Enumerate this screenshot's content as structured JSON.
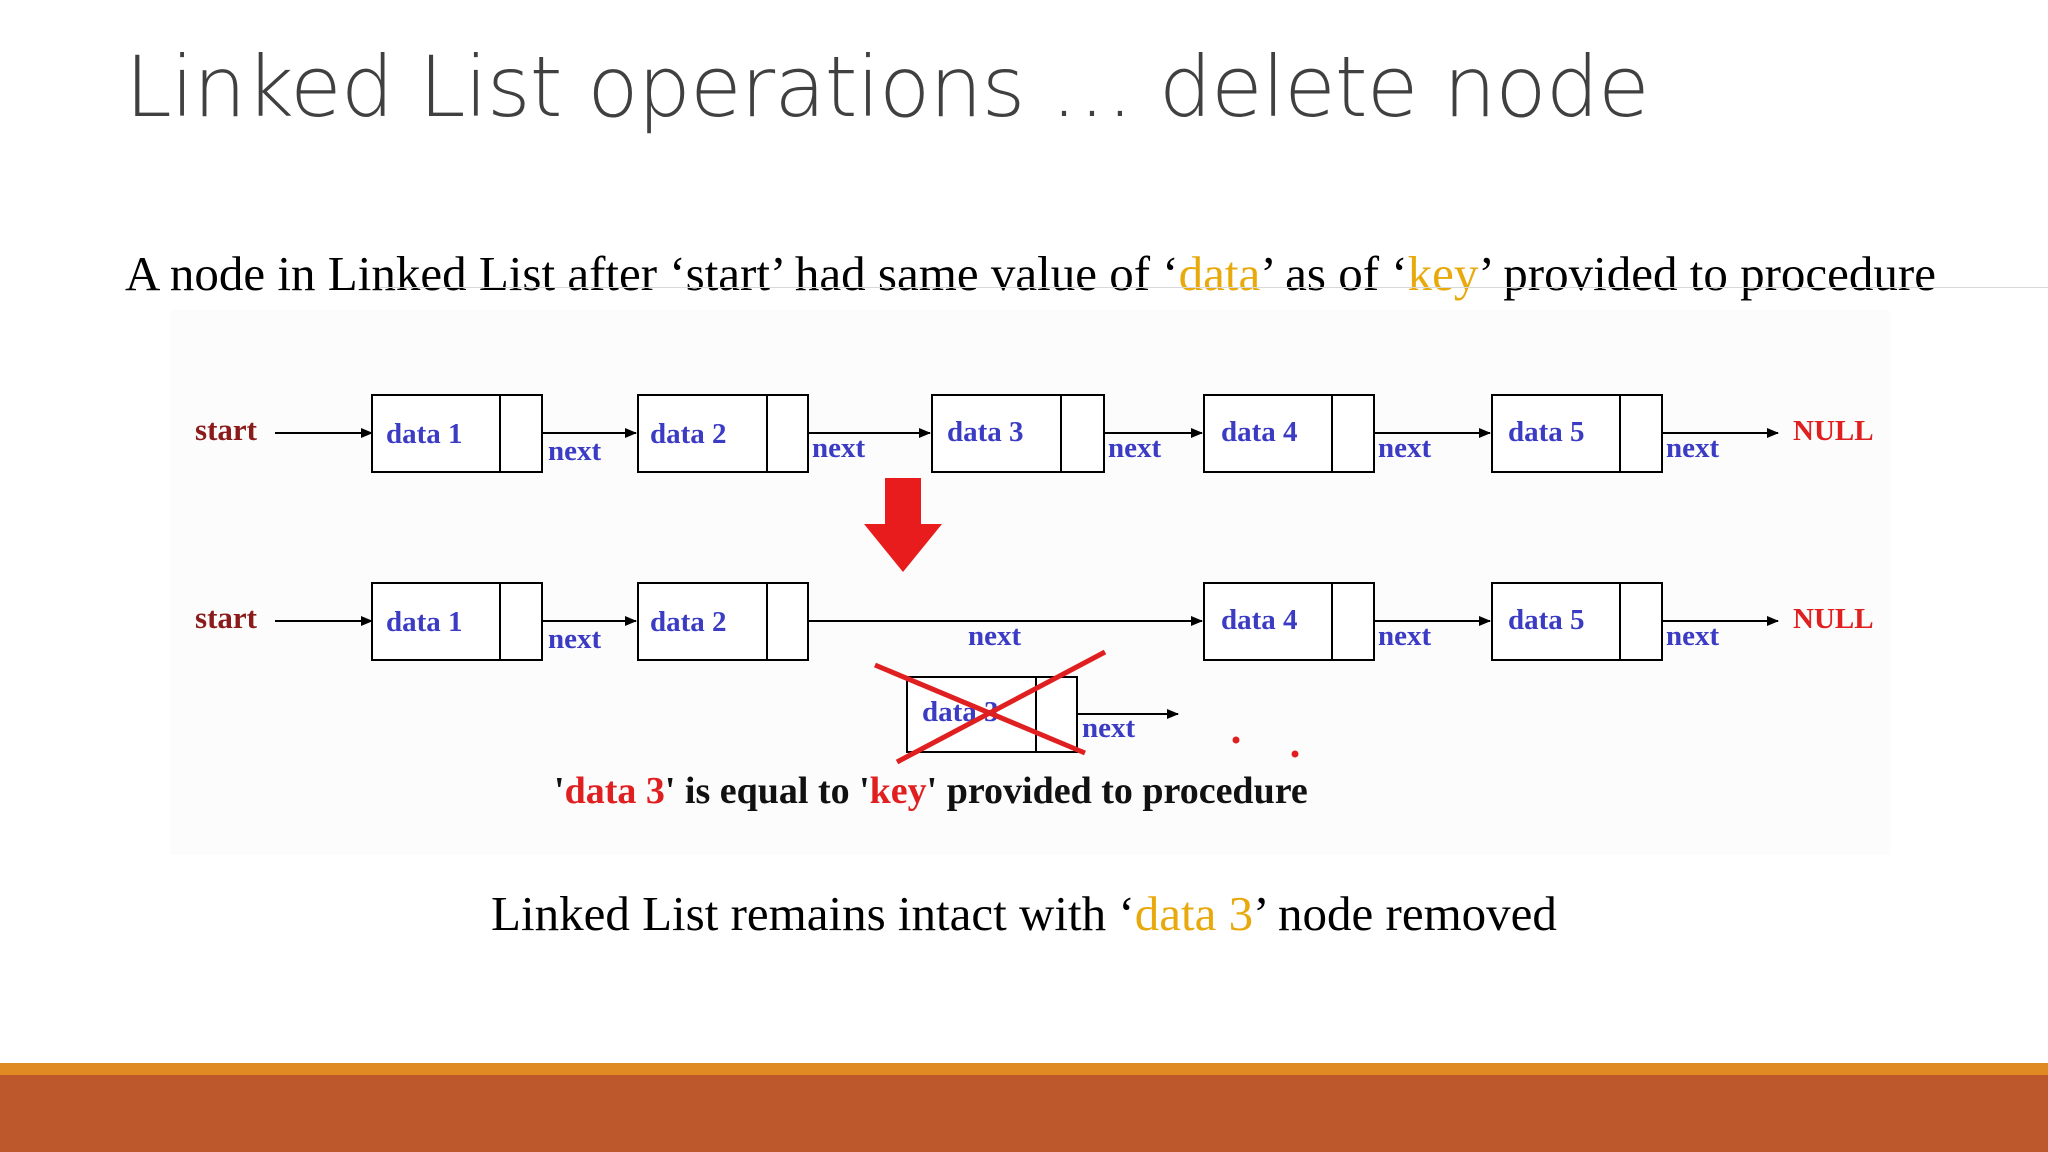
{
  "slide": {
    "title": "Linked List operations … delete node",
    "bullet_parts": [
      "A node in Linked List after ‘start’ had same value of ‘",
      "data",
      "’ as of ‘",
      "key",
      "’ provided to procedure"
    ],
    "caption_parts": [
      "Linked List remains intact with ‘",
      "data 3",
      "’ node removed"
    ]
  },
  "diagram": {
    "start_label": "start",
    "null_label": "NULL",
    "next_label": "next",
    "row1_nodes": [
      "data 1",
      "data 2",
      "data 3",
      "data 4",
      "data 5"
    ],
    "row2_nodes": [
      "data 1",
      "data 2",
      "data 4",
      "data 5"
    ],
    "deleted_node": "data 3",
    "note_parts": [
      "'",
      "data 3",
      "' is equal to '",
      "key",
      "' provided to procedure"
    ],
    "colors": {
      "node_text": "#3b3bc4",
      "start": "#8b1a1a",
      "null": "#e02020",
      "highlight": "#e02020",
      "arrow": "#e81c1c",
      "cross": "#e02020"
    }
  }
}
